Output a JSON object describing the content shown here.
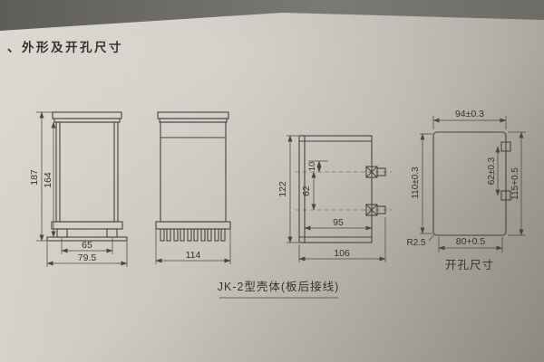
{
  "page": {
    "heading": "、外形及开孔尺寸",
    "caption": "JK-2型壳体(板后接线)",
    "hole_section_label": "开孔尺寸"
  },
  "front_view": {
    "overall_height": "187",
    "body_height": "164",
    "feet_spacing": "65",
    "base_width": "79.5"
  },
  "side_view": {
    "overall_width": "114"
  },
  "bracket_view": {
    "overall_height": "122",
    "stud_offset": "10",
    "stud_spacing": "62",
    "inner_width": "95",
    "overall_width": "106"
  },
  "cutout_view": {
    "top_width": "94±0.3",
    "slot_spacing": "62±0.3",
    "right_height": "115+0.5",
    "left_height": "110±0.3",
    "corner_radius": "R2.5",
    "bottom_width": "80+0.5"
  },
  "colors": {
    "paper": "#c8c4bb",
    "ink": "#45433e"
  }
}
